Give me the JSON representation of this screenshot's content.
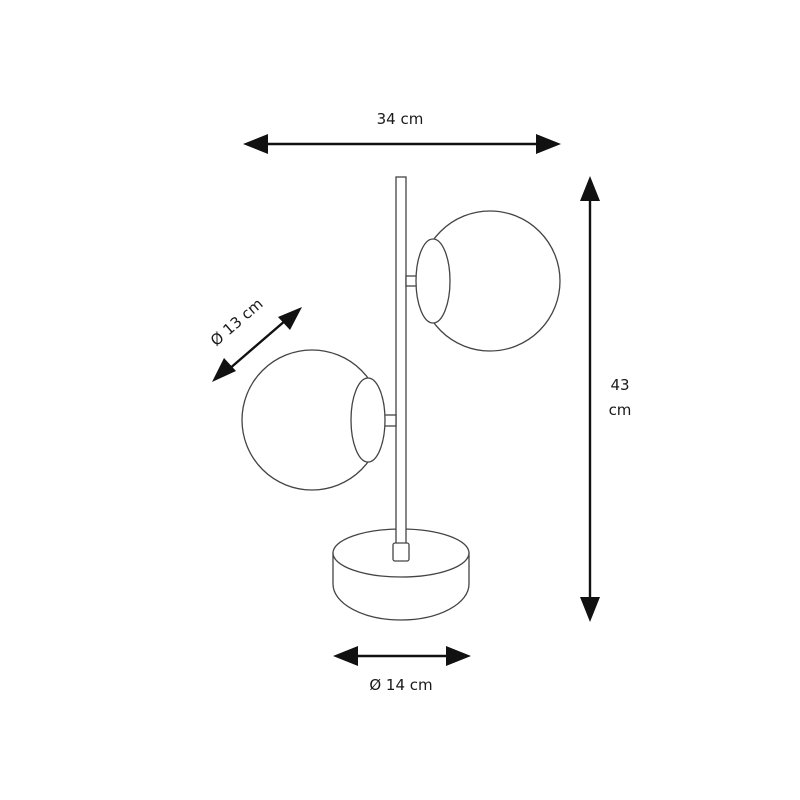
{
  "dimensions": {
    "width": "34 cm",
    "height_value": "43",
    "height_unit": "cm",
    "globe_diameter": "Ø 13 cm",
    "base_diameter": "Ø 14 cm"
  },
  "colors": {
    "line": "#111111",
    "outline": "#444444",
    "background": "#ffffff"
  }
}
